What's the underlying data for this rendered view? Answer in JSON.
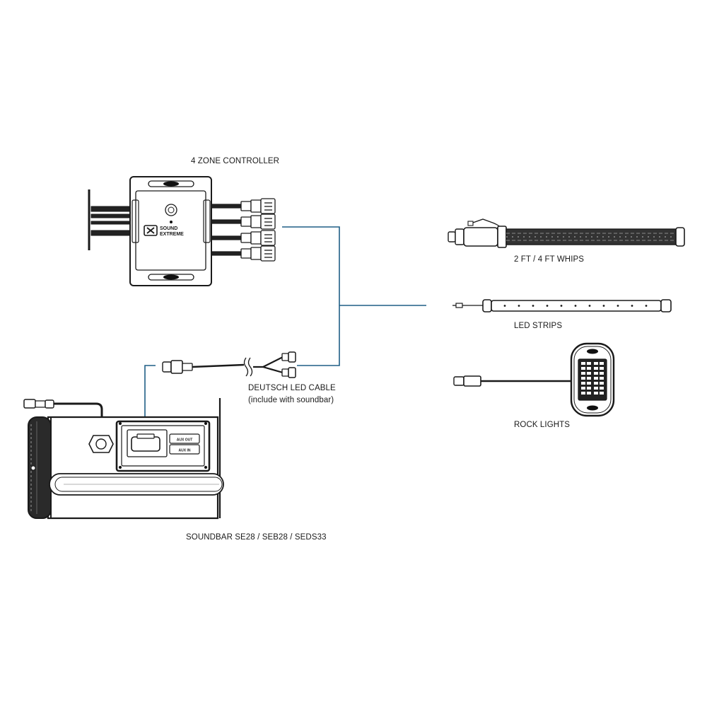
{
  "labels": {
    "controller": "4 ZONE CONTROLLER",
    "whips": "2 FT / 4 FT WHIPS",
    "strips": "LED STRIPS",
    "rock": "ROCK LIGHTS",
    "cable_line1": "DEUTSCH LED CABLE",
    "cable_line2": "(include with soundbar)",
    "soundbar": "SOUNDBAR SE28 / SEB28 / SEDS33"
  },
  "logo": {
    "line1": "SOUND",
    "line2": "EXTREME"
  },
  "soundbar_ports": {
    "aux_out": "AUX OUT",
    "aux_in": "AUX IN"
  },
  "colors": {
    "connector": "#1f5f86",
    "ink": "#1a1a1a"
  },
  "icons": [
    "controller-icon",
    "whip-light-icon",
    "led-strip-icon",
    "rock-light-icon",
    "deutsch-cable-icon",
    "soundbar-icon"
  ]
}
